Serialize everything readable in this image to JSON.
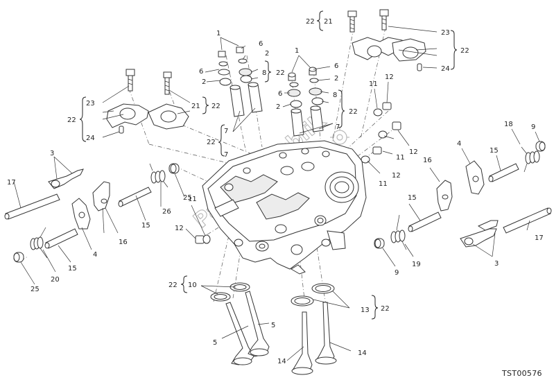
{
  "drawing_code": "TST00576",
  "watermark": "PartsRepublik",
  "labels": {
    "l1": "1",
    "l2": "1",
    "l3": "2",
    "l4": "2",
    "l5": "2",
    "l6": "2",
    "l7": "3",
    "l8": "3",
    "l9": "4",
    "l10": "4",
    "l11": "5",
    "l12": "5",
    "l13": "6",
    "l14": "6",
    "l15": "6",
    "l16": "6",
    "l17": "7",
    "l18": "7",
    "l19": "7",
    "l20": "8",
    "l21": "8",
    "l22": "9",
    "l23": "9",
    "l24": "10",
    "l25": "11",
    "l26": "11",
    "l27": "11",
    "l28": "11",
    "l29": "12",
    "l30": "12",
    "l31": "12",
    "l32": "12",
    "l33": "13",
    "l34": "14",
    "l35": "14",
    "l36": "15",
    "l37": "15",
    "l38": "15",
    "l39": "15",
    "l40": "16",
    "l41": "16",
    "l42": "17",
    "l43": "17",
    "l44": "18",
    "l45": "19",
    "l46": "20",
    "l47": "21",
    "l48": "21",
    "l49": "22",
    "l50": "22",
    "l51": "22",
    "l52": "22",
    "l53": "22",
    "l54": "22",
    "l55": "22",
    "l56": "22",
    "l57": "22",
    "l58": "22",
    "l59": "23",
    "l60": "23",
    "l61": "24",
    "l62": "24",
    "l63": "25",
    "l64": "25",
    "l65": "26"
  }
}
